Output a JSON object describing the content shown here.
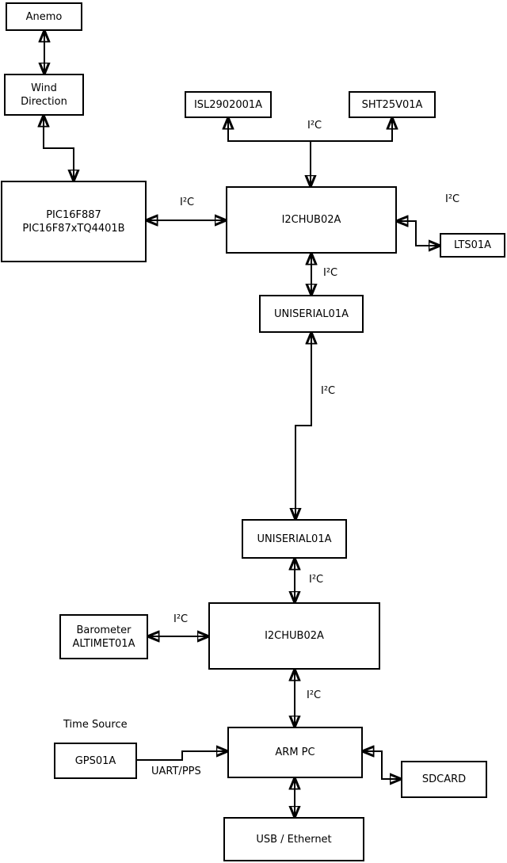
{
  "boxes": {
    "anemo": {
      "label": "Anemo"
    },
    "wind_direction": {
      "lines": [
        "Wind",
        "Direction"
      ]
    },
    "pic": {
      "lines": [
        "PIC16F887",
        "PIC16F87xTQ4401B"
      ]
    },
    "isl": {
      "label": "ISL2902001A"
    },
    "sht": {
      "label": "SHT25V01A"
    },
    "i2c_hub_upper": {
      "label": "I2CHUB02A"
    },
    "lts": {
      "label": "LTS01A"
    },
    "uniserial_upper": {
      "label": "UNISERIAL01A"
    },
    "uniserial_lower": {
      "label": "UNISERIAL01A"
    },
    "i2c_hub_lower": {
      "label": "I2CHUB02A"
    },
    "barometer": {
      "lines": [
        "Barometer",
        "ALTIMET01A"
      ]
    },
    "gps": {
      "label": "GPS01A"
    },
    "arm_pc": {
      "label": "ARM PC"
    },
    "sdcard": {
      "label": "SDCARD"
    },
    "usb_ethernet": {
      "label": "USB / Ethernet"
    }
  },
  "labels": {
    "bus_i2c": "I²C",
    "uart_pps": "UART/PPS",
    "time_source": "Time Source"
  },
  "colors": {
    "line": "#000000",
    "box_fill": "#ffffff",
    "box_border": "#000000",
    "text": "#000000",
    "background": "#ffffff"
  }
}
